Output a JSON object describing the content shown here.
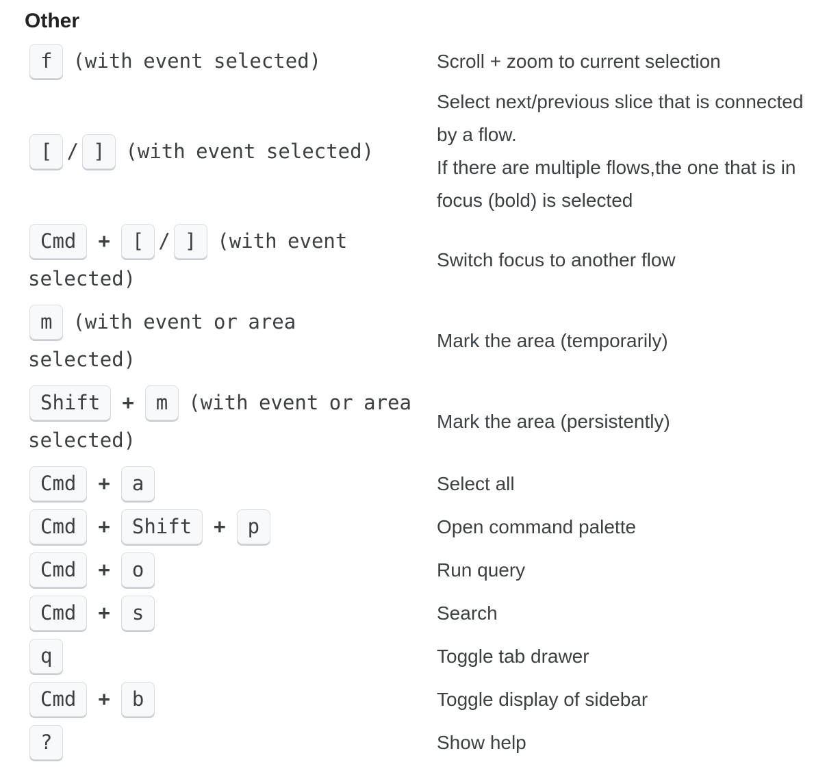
{
  "page": {
    "heading": "Other"
  },
  "palette": {
    "heading_text": "#202124",
    "description_text": "#3c4043",
    "key_text": "#3c4043",
    "kbd_background": "#f8f9fa",
    "kbd_border": "#dadce0",
    "kbd_shadow": "#c9cdd3",
    "page_background": "#ffffff"
  },
  "shortcuts": [
    {
      "tokens": [
        {
          "type": "key",
          "name": "f-key",
          "value": "f"
        },
        {
          "type": "note",
          "name": "key-context-note",
          "value": "(with event selected)"
        }
      ],
      "description": "Scroll + zoom to current selection"
    },
    {
      "tokens": [
        {
          "type": "key",
          "name": "open-bracket-key",
          "value": "["
        },
        {
          "type": "slash",
          "name": "slash-separator",
          "value": "/"
        },
        {
          "type": "key",
          "name": "close-bracket-key",
          "value": "]"
        },
        {
          "type": "note",
          "name": "key-context-note",
          "value": "(with event selected)"
        }
      ],
      "description": "Select next/previous slice that is connected by a flow.\nIf there are multiple flows,the one that is in focus (bold) is selected"
    },
    {
      "tokens": [
        {
          "type": "key",
          "name": "cmd-key",
          "value": "Cmd"
        },
        {
          "type": "plus",
          "name": "plus-separator",
          "value": "+"
        },
        {
          "type": "key",
          "name": "open-bracket-key",
          "value": "["
        },
        {
          "type": "slash",
          "name": "slash-separator",
          "value": "/"
        },
        {
          "type": "key",
          "name": "close-bracket-key",
          "value": "]"
        },
        {
          "type": "note",
          "name": "key-context-note",
          "value": "(with event selected)"
        }
      ],
      "description": "Switch focus to another flow"
    },
    {
      "tokens": [
        {
          "type": "key",
          "name": "m-key",
          "value": "m"
        },
        {
          "type": "note",
          "name": "key-context-note",
          "value": "(with event or area selected)"
        }
      ],
      "description": "Mark the area (temporarily)"
    },
    {
      "tokens": [
        {
          "type": "key",
          "name": "shift-key",
          "value": "Shift"
        },
        {
          "type": "plus",
          "name": "plus-separator",
          "value": "+"
        },
        {
          "type": "key",
          "name": "m-key",
          "value": "m"
        },
        {
          "type": "note",
          "name": "key-context-note",
          "value": "(with event or area selected)"
        }
      ],
      "description": "Mark the area (persistently)"
    },
    {
      "tokens": [
        {
          "type": "key",
          "name": "cmd-key",
          "value": "Cmd"
        },
        {
          "type": "plus",
          "name": "plus-separator",
          "value": "+"
        },
        {
          "type": "key",
          "name": "a-key",
          "value": "a"
        }
      ],
      "description": "Select all"
    },
    {
      "tokens": [
        {
          "type": "key",
          "name": "cmd-key",
          "value": "Cmd"
        },
        {
          "type": "plus",
          "name": "plus-separator",
          "value": "+"
        },
        {
          "type": "key",
          "name": "shift-key",
          "value": "Shift"
        },
        {
          "type": "plus",
          "name": "plus-separator",
          "value": "+"
        },
        {
          "type": "key",
          "name": "p-key",
          "value": "p"
        }
      ],
      "description": "Open command palette"
    },
    {
      "tokens": [
        {
          "type": "key",
          "name": "cmd-key",
          "value": "Cmd"
        },
        {
          "type": "plus",
          "name": "plus-separator",
          "value": "+"
        },
        {
          "type": "key",
          "name": "o-key",
          "value": "o"
        }
      ],
      "description": "Run query"
    },
    {
      "tokens": [
        {
          "type": "key",
          "name": "cmd-key",
          "value": "Cmd"
        },
        {
          "type": "plus",
          "name": "plus-separator",
          "value": "+"
        },
        {
          "type": "key",
          "name": "s-key",
          "value": "s"
        }
      ],
      "description": "Search"
    },
    {
      "tokens": [
        {
          "type": "key",
          "name": "q-key",
          "value": "q"
        }
      ],
      "description": "Toggle tab drawer"
    },
    {
      "tokens": [
        {
          "type": "key",
          "name": "cmd-key",
          "value": "Cmd"
        },
        {
          "type": "plus",
          "name": "plus-separator",
          "value": "+"
        },
        {
          "type": "key",
          "name": "b-key",
          "value": "b"
        }
      ],
      "description": "Toggle display of sidebar"
    },
    {
      "tokens": [
        {
          "type": "key",
          "name": "question-mark-key",
          "value": "?"
        }
      ],
      "description": "Show help"
    }
  ]
}
